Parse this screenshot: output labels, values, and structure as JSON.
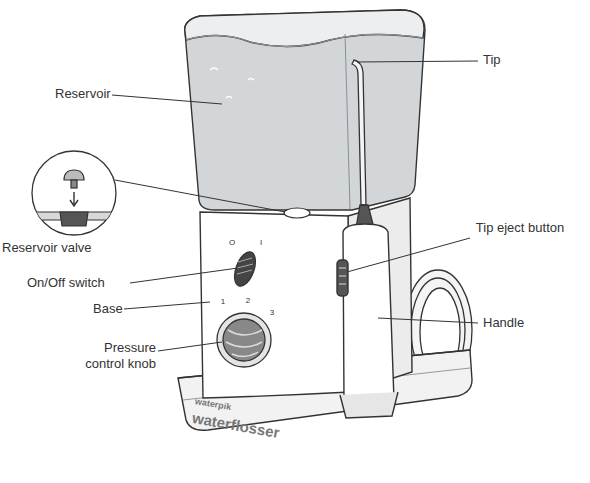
{
  "diagram": {
    "labels": [
      "Reservoir",
      "Reservoir valve",
      "On/Off switch",
      "Base",
      "Pressure control knob",
      "Tip",
      "Tip eject button",
      "Handle",
      "O",
      "I",
      "1",
      "2",
      "3",
      "waterpik",
      "waterflosser"
    ]
  }
}
